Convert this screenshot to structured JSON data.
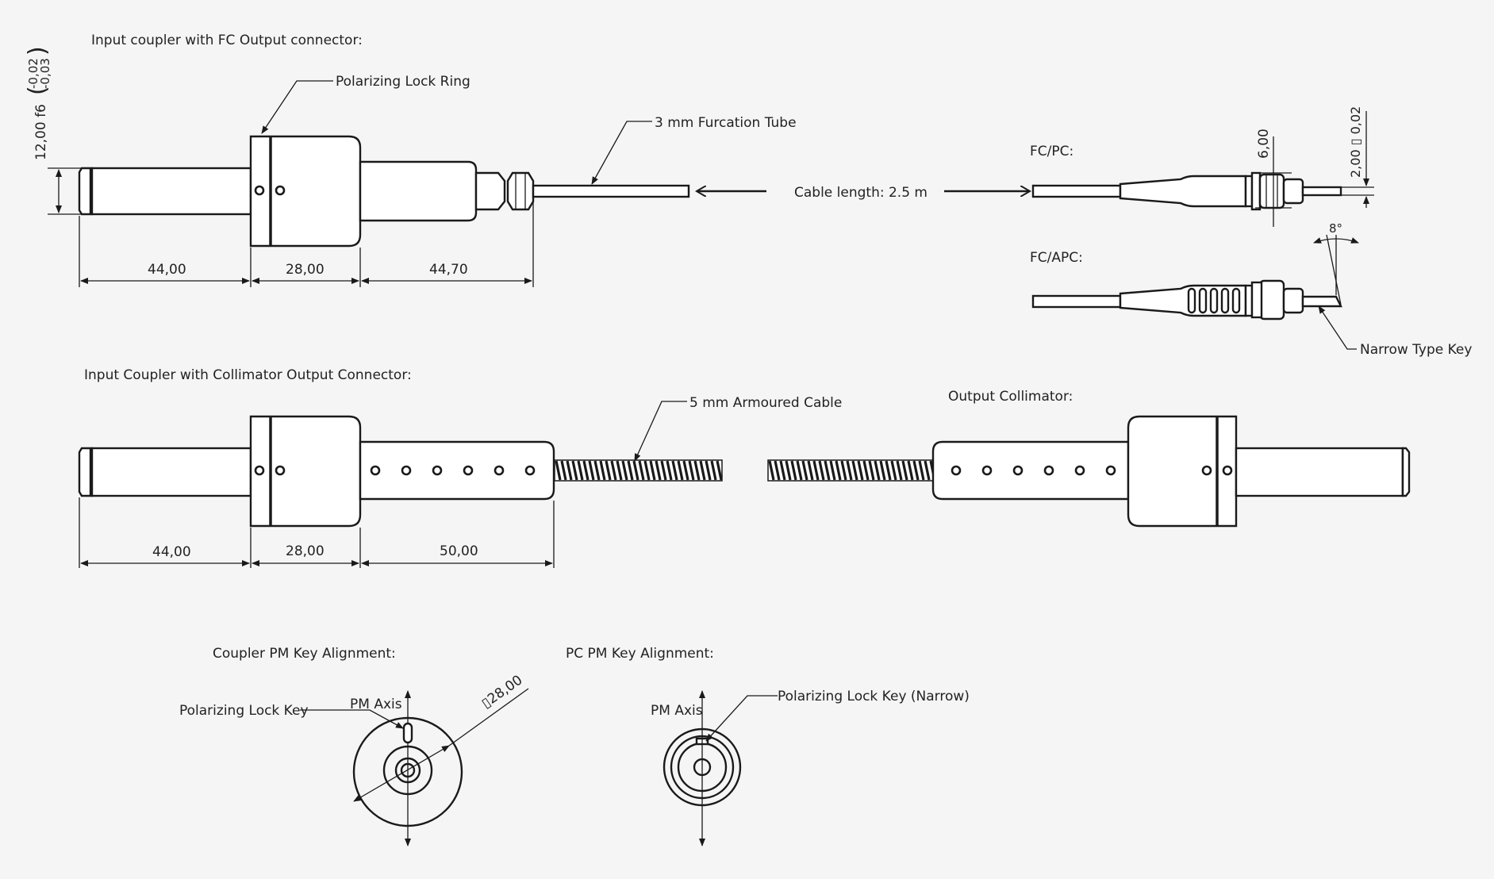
{
  "section_fc": {
    "title": "Input coupler with FC Output connector:",
    "lock_ring_label": "Polarizing Lock Ring",
    "tube_label": "3 mm Furcation Tube",
    "cable_length_label": "Cable length: 2.5 m",
    "diameter_tol_upper": "-0,02",
    "diameter_tol_lower": "-0,03",
    "diameter_label": "12,00 f6",
    "dims": [
      "44,00",
      "28,00",
      "44,70"
    ]
  },
  "connectors": {
    "fcpc_label": "FC/PC:",
    "fcapc_label": "FC/APC:",
    "ferrule_dim": "6,00",
    "key_dim": "2,00 ▯ 0,02",
    "angle_label": "8°",
    "key_label": "Narrow Type Key"
  },
  "section_collimator": {
    "title": "Input Coupler with Collimator Output Connector:",
    "cable_label": "5 mm Armoured Cable",
    "output_title": "Output Collimator:",
    "dims": [
      "44,00",
      "28,00",
      "50,00"
    ]
  },
  "coupler_key": {
    "title": "Coupler PM Key Alignment:",
    "lock_key_label": "Polarizing Lock Key",
    "axis_label": "PM Axis",
    "size_label": "▯28,00"
  },
  "pc_key": {
    "title": "PC PM Key Alignment:",
    "axis_label": "PM Axis",
    "lock_key_label": "Polarizing Lock Key (Narrow)"
  },
  "colors": {
    "line": "#1a1a1a",
    "background": "#f5f5f5"
  }
}
